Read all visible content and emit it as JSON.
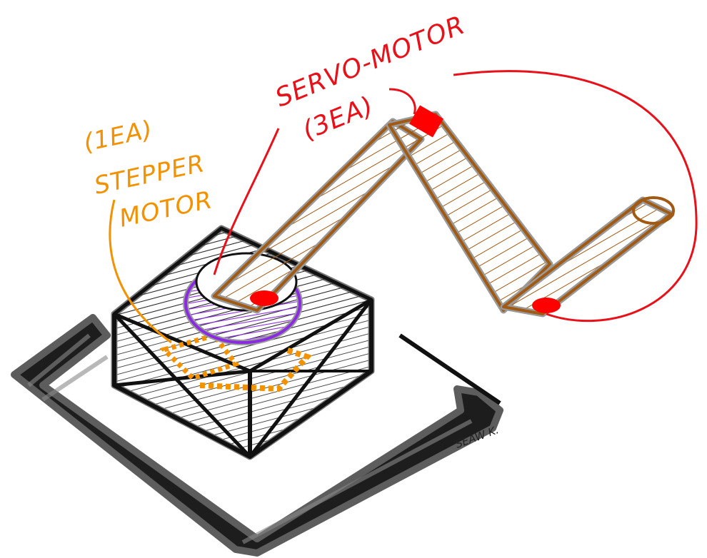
{
  "colors": {
    "stepper_label": "#f39200",
    "servo_label": "#e8111a",
    "arm": "#a05a14",
    "arm_shadow": "#9a9a9a",
    "base_ring": "#8a2be2",
    "frame": "#111111",
    "servo_joint": "#ff0000"
  },
  "labels": {
    "stepper_count": "(1EA)",
    "stepper_line1": "STEPPER",
    "stepper_line2": "MOTOR",
    "servo_line1": "SERVO-MOTOR",
    "servo_count": "(3EA)"
  },
  "signature": "SEAW K."
}
